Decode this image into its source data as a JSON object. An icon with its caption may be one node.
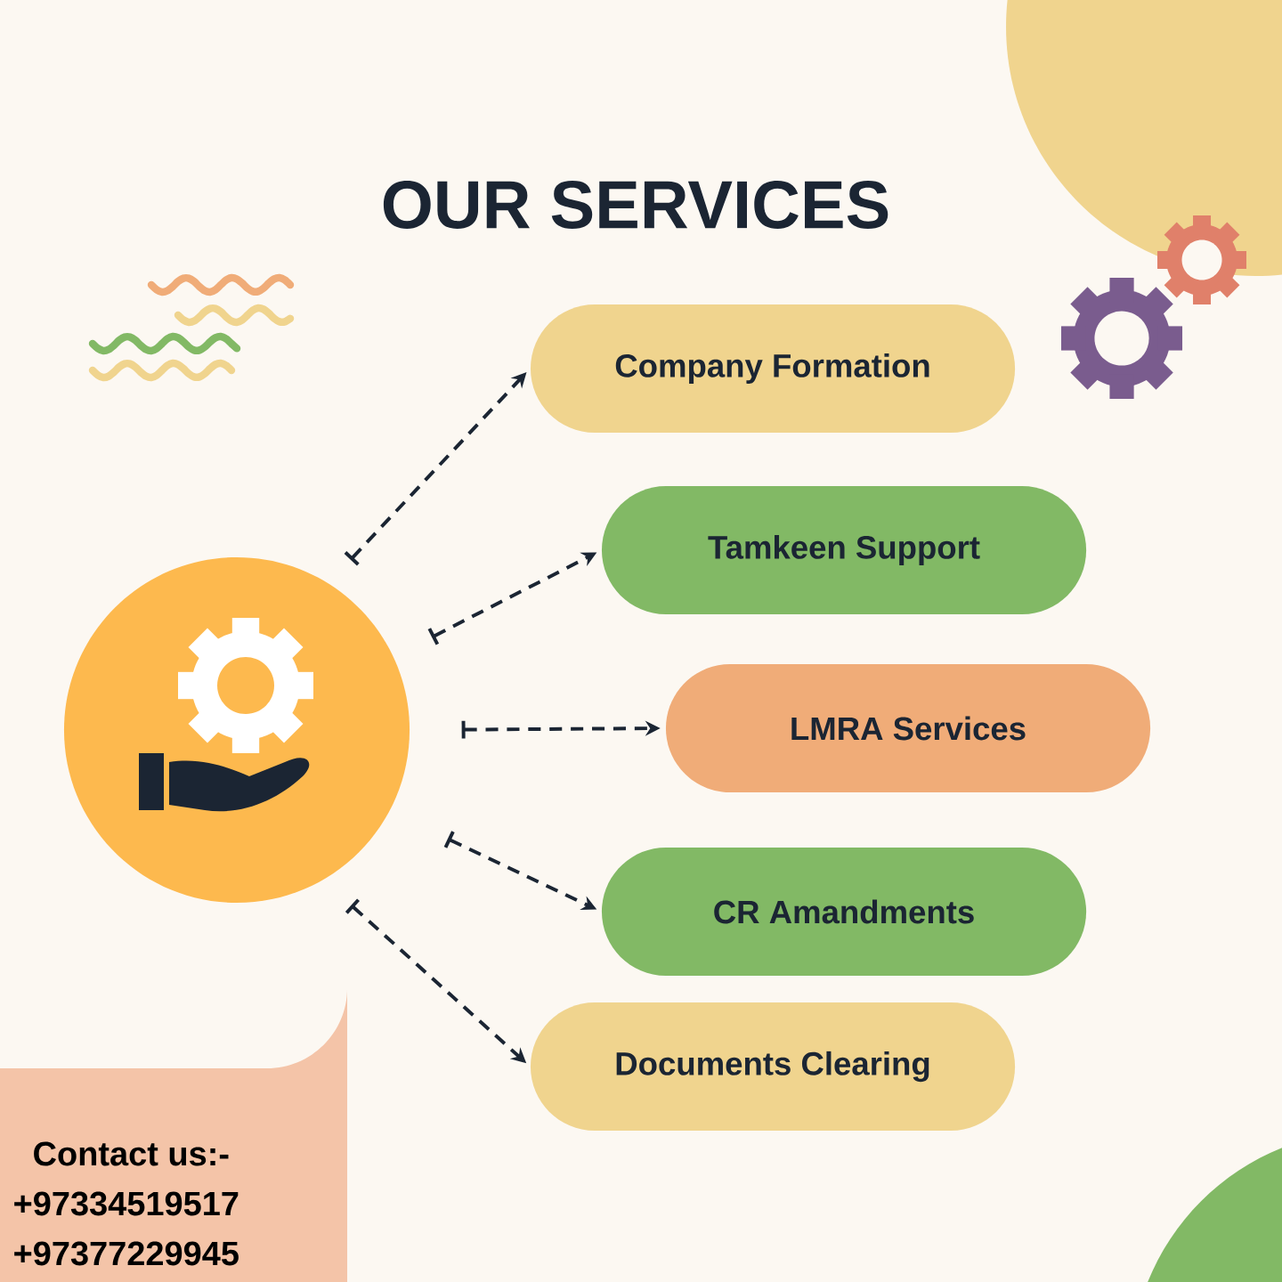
{
  "diagram": {
    "title": "OUR SERVICES",
    "nodes": [
      {
        "text": [],
        "shape": "circle"
      },
      {
        "text": [
          "Company Formation"
        ]
      },
      {
        "text": [
          "Tamkeen Support"
        ]
      },
      {
        "text": [
          "LMRA Services"
        ]
      },
      {
        "text": [
          "CR Amandments"
        ]
      },
      {
        "text": [
          "Documents Clearing"
        ]
      }
    ],
    "edges": [
      {
        "from": 0,
        "to": 1,
        "arrow": "to"
      },
      {
        "from": 0,
        "to": 2,
        "arrow": "to"
      },
      {
        "from": 0,
        "to": 3,
        "arrow": "to"
      },
      {
        "from": 0,
        "to": 4,
        "arrow": "to"
      },
      {
        "from": 0,
        "to": 5,
        "arrow": "to"
      }
    ],
    "labels": [
      "Contact us:-",
      "+97334519517",
      "+97377229945"
    ]
  }
}
